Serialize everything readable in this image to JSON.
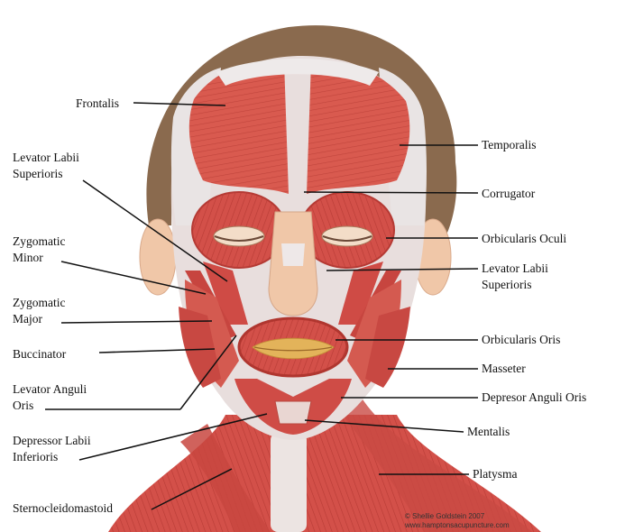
{
  "labels_left": {
    "frontalis": "Frontalis",
    "levator_labii_superioris": "Levator Labii\nSuperioris",
    "zygomatic_minor": "Zygomatic\nMinor",
    "zygomatic_major": "Zygomatic\nMajor",
    "buccinator": "Buccinator",
    "levator_anguli_oris": "Levator Anguli\nOris",
    "depressor_labii_inferioris": "Depressor Labii\nInferioris",
    "sternocleidomastoid": "Sternocleidomastoid"
  },
  "labels_right": {
    "temporalis": "Temporalis",
    "corrugator": "Corrugator",
    "orbicularis_oculi": "Orbicularis Oculi",
    "levator_labii_superioris": "Levator Labii\nSuperioris",
    "orbicularis_oris": "Orbicularis Oris",
    "masseter": "Masseter",
    "depresor_anguli_oris": "Depresor Anguli Oris",
    "mentalis": "Mentalis",
    "platysma": "Platysma"
  },
  "credit": {
    "author": "© Shellie Goldstein 2007",
    "site": "www.hamptonsacupuncture.com"
  },
  "colors": {
    "muscle": "#d9574c",
    "muscle_dark": "#b83a33",
    "tendon": "#e9e4e4",
    "skin": "#f0c7a8",
    "hair": "#8a6a4e",
    "lip": "#e3b35a"
  }
}
